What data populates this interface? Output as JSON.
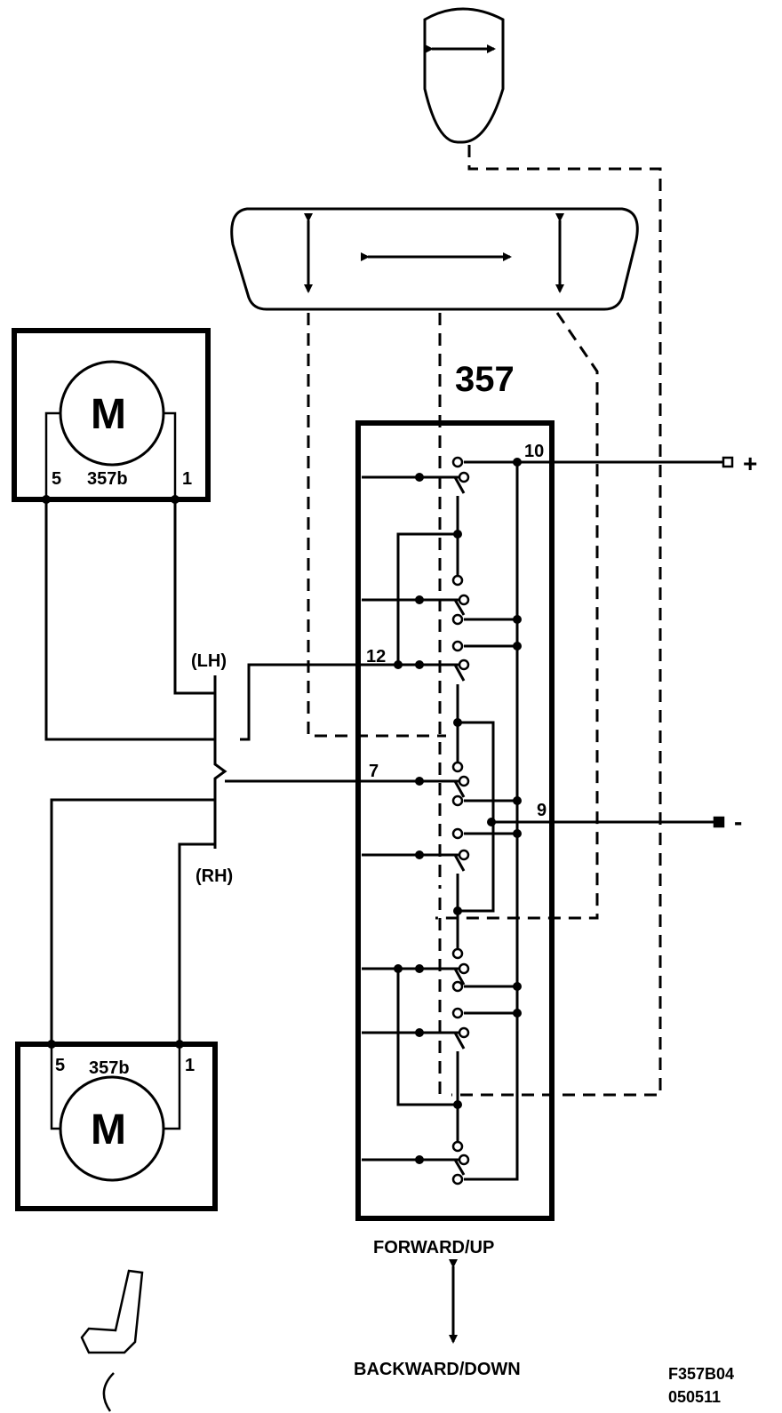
{
  "switch": {
    "label": "357"
  },
  "terminals": {
    "t10": "10",
    "t12": "12",
    "t7": "7",
    "t9": "9",
    "plus": "+",
    "minus": "-"
  },
  "motors": {
    "upper": {
      "symbol": "M",
      "id": "357b",
      "pin_left": "5",
      "pin_right": "1"
    },
    "lower": {
      "symbol": "M",
      "id": "357b",
      "pin_left": "5",
      "pin_right": "1"
    }
  },
  "sides": {
    "lh": "(LH)",
    "rh": "(RH)"
  },
  "directions": {
    "up": "FORWARD/UP",
    "down": "BACKWARD/DOWN"
  },
  "footer": {
    "code": "F357B04",
    "date": "050511"
  }
}
